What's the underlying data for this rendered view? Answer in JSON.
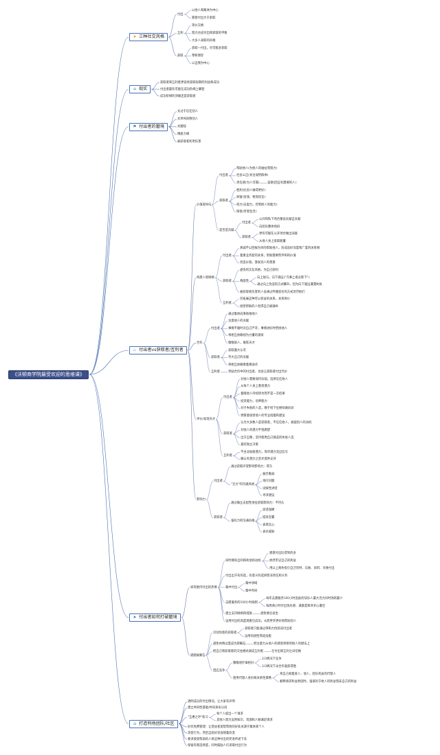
{
  "title": "《沃顿商学院最受欢迎的思维课》",
  "icon_colors": {
    "star-icon": "#e8a317",
    "home-icon": "#2f6fb2",
    "flag-icon": "#2f6fb2",
    "fire-icon": "#2f6fb2",
    "send-icon": "#2f6fb2",
    "house-icon": "#2f6fb2"
  },
  "nodes": [
    {
      "text": "三种社交风格",
      "icon": "star-icon",
      "children": [
        {
          "text": "付出",
          "children": [
            {
              "text": "以他人和集体为中心"
            },
            {
              "text": "愿意付出大于索取"
            }
          ]
        },
        {
          "text": "互利",
          "children": [
            {
              "text": "等价交换"
            },
            {
              "text": "努力达成付出和索取的平衡"
            },
            {
              "text": "大多人采取的风格"
            }
          ]
        },
        {
          "text": "获取",
          "children": [
            {
              "text": "获取一付出，尽可能多获取"
            },
            {
              "text": "零和博弈"
            },
            {
              "text": "以自我为中心"
            }
          ]
        }
      ]
    },
    {
      "text": "现实",
      "icon": "home-icon",
      "children": [
        {
          "text": "获取者和互利者更容易获取短期的利益和成功"
        },
        {
          "text": "付出者最有可能在成功阶梯上攀登"
        },
        {
          "text": "成功阶梯的顶端还是获取者"
        }
      ]
    },
    {
      "text": "付出者的窘境",
      "icon": "flag-icon",
      "children": [
        {
          "text": "太过于信任别人"
        },
        {
          "text": "太单纯同情别人"
        },
        {
          "text": "太腼怯"
        },
        {
          "text": "精疲力竭"
        },
        {
          "text": "被获取者利用伤害"
        }
      ]
    },
    {
      "text": "付出者vs获取者/互利者",
      "icon": "fire-icon",
      "children": [
        {
          "text": "价值观导向",
          "children": [
            {
              "text": "付出者",
              "children": [
                {
                  "text": "帮助他人(为他人的福祉而努力)"
                },
                {
                  "text": "社会公正(关注弱势群体)"
                },
                {
                  "text": "责任感(为人可靠)",
                  "children": [
                    {
                      "text": "美德(回应有需要的人)"
                    }
                  ]
                }
              ]
            },
            {
              "text": "获取者",
              "children": [
                {
                  "text": "胜利(比别人做得更好)"
                },
                {
                  "text": "财富(金钱、物资权宜)"
                },
                {
                  "text": "权力(支配力，控制他人的能力)"
                },
                {
                  "text": "愉悦(享受生活)"
                }
              ]
            },
            {
              "text": "是否是贡献",
              "children": [
                {
                  "text": "付出者",
                  "children": [
                    {
                      "text": "公开和私下场合都会贡献自贡献"
                    },
                    {
                      "text": "向团队整体倾斜"
                    }
                  ]
                },
                {
                  "text": "获取者",
                  "children": [
                    {
                      "text": "更有可能在公开场合做出贡献"
                    },
                    {
                      "text": "从他人身上吸取能量"
                    }
                  ]
                }
              ]
            }
          ]
        },
        {
          "text": "构建人际网络",
          "children": [
            {
              "text": "付出者",
              "children": [
                {
                  "text": "真诚不以回报为目的帮助他人，形成良好深度和广度的关系网"
                },
                {
                  "text": "着重业务配的关系，帮助需要帮手和的价值"
                },
                {
                  "text": "创造价值，激发别人的善意"
                }
              ]
            },
            {
              "text": "获取者",
              "children": [
                {
                  "text": "虚伪的交友风格，为自己获利"
                },
                {
                  "text": "两面性",
                  "children": [
                    {
                      "text": "向上拍马，向下施压(\"凡事上者必欺下\")"
                    },
                    {
                      "text": "通过向上伪造的方式攀升，因为向下施压遭遇失败"
                    }
                  ]
                },
                {
                  "text": "被获取者伤害的人会通过传播恶名的方式惩罚他们"
                }
              ]
            },
            {
              "text": "互利者",
              "children": [
                {
                  "text": "仅拓展这种可以获益的关系，关系网小"
                },
                {
                  "text": "接受帮助的人觉得自己被操纵"
                }
              ]
            }
          ]
        },
        {
          "text": "合作",
          "children": [
            {
              "text": "付出者",
              "children": [
                {
                  "text": "通过集体成果助推他人"
                },
                {
                  "text": "注意他人的贡献"
                },
                {
                  "text": "事情不顺时对自己严苛，事情进好时赞扬他人"
                },
                {
                  "text": "将相互依赖视为力量的源泉"
                },
                {
                  "text": "慷慨助人，推陈天才"
                }
              ]
            },
            {
              "text": "获取者",
              "children": [
                {
                  "text": "获取最大认可"
                },
                {
                  "text": "夸大自己的贡献"
                },
                {
                  "text": "将相互依赖看着看弱点"
                }
              ]
            },
            {
              "text": "互利者",
              "children": [
                {
                  "text": "奖励合作中的付出者，也会让获取者付出代价"
                }
              ]
            }
          ]
        },
        {
          "text": "评价/发现天才",
          "children": [
            {
              "text": "付出者",
              "children": [
                {
                  "text": "对他人需要保持乐观，选择信任他人"
                },
                {
                  "text": "从每个人身上看到潜力"
                },
                {
                  "text": "着眼他人持续转为而不是一次结果"
                },
                {
                  "text": "投资能力，培养能力"
                },
                {
                  "text": "对于失败的人选，教于给下位继续做培训"
                },
                {
                  "text": "更愿意接受他人的专业指着和建议"
                }
              ]
            },
            {
              "text": "获取者",
              "children": [
                {
                  "text": "认为大多数人是获取者，不信任他人，质疑别人的动机"
                },
                {
                  "text": "对他人的潜力不抱期望"
                },
                {
                  "text": "出于自尊，坚持使用自己挑选的失败人选"
                },
                {
                  "text": "喜欢独立决策"
                }
              ]
            },
            {
              "text": "互利者",
              "children": [
                {
                  "text": "不主动发掘潜力，等待潜力流出信号"
                },
                {
                  "text": "确认有潜力之后才提供支持"
                }
              ]
            }
          ]
        },
        {
          "text": "影响力",
          "children": [
            {
              "text": "付出者",
              "children": [
                {
                  "text": "通过获取声望影响影响力：得久"
                },
                {
                  "text": "\"无力\"的沟通风格",
                  "children": [
                    {
                      "text": "展示脆弱"
                    },
                    {
                      "text": "询问问题"
                    },
                    {
                      "text": "试探性讲话"
                    },
                    {
                      "text": "寻求建议"
                    }
                  ]
                }
              ]
            },
            {
              "text": "获取者",
              "children": [
                {
                  "text": "通过确立支配性地位获取影响力：不持久"
                },
                {
                  "text": "强有力的沟通风格",
                  "children": [
                    {
                      "text": "说话强硬"
                    },
                    {
                      "text": "提高音量"
                    },
                    {
                      "text": "表现信心"
                    },
                    {
                      "text": "表达威胁"
                    }
                  ]
                }
              ]
            }
          ]
        }
      ]
    },
    {
      "text": "付出者如何打破窘境",
      "icon": "send-icon",
      "children": [
        {
          "text": "如何维持付出的热情",
          "children": [
            {
              "text": "同时拥有自利和利他的动机",
              "children": [
                {
                  "text": "愿意付出比得到的多"
                },
                {
                  "text": "依然牢记自己的利益"
                },
                {
                  "text": "用以上两条指引自己何时、向谁、如何、对谁付出"
                }
              ]
            },
            {
              "text": "付出出于有的选，有意义的选择而非责任和义务"
            },
            {
              "text": "集中付出",
              "children": [
                {
                  "text": "集中领域"
                },
                {
                  "text": "集中时间"
                }
              ]
            },
            {
              "text": "志愿服务的100小时规则",
              "children": [
                {
                  "text": "每年志愿服务100小时因此的快乐人最大活力同时消耗最少"
                },
                {
                  "text": "每周两小时付出快乐感、满意度和目幸心最佳"
                }
              ]
            },
            {
              "text": "建立支持网络和措施",
              "children": [
                {
                  "text": "避免倦怠发生"
                }
              ]
            },
            {
              "text": "运用付出的高度观看已成功，从而更享更好地帮助别人"
            }
          ]
        },
        {
          "text": "避越被蒙石",
          "children": [
            {
              "text": "识别伪装的获取者",
              "children": [
                {
                  "text": "获取者只能通过审和力伪装成付出者"
                },
                {
                  "text": "运用同道性筛选技能"
                }
              ]
            },
            {
              "text": "避免共情过度成为欺瞒石",
              "children": [
                {
                  "text": "把注意力从他人的感受转移到他人的想法上"
                }
              ]
            },
            {
              "text": "把自己和获取者的交往模式调成互利者",
              "children": [
                {
                  "text": "在付出和互利之间切换"
                }
              ]
            },
            {
              "text": "回应竞争",
              "children": [
                {
                  "text": "慷慨地针锋相对",
                  "children": [
                    {
                      "text": "2/3情况下竞争"
                    },
                    {
                      "text": "1/3情况下派合作面获得胜"
                    }
                  ]
                },
                {
                  "text": "使用代理人身份和关系性策略",
                  "children": [
                    {
                      "text": "将自己视着某人、他人、团队利益的代理人"
                    },
                    {
                      "text": "解释请求利益原因时，强调对于他人的利益而非自己的利益"
                    }
                  ]
                }
              ]
            }
          ]
        }
      ]
    },
    {
      "text": "打造利他团队/社区",
      "icon": "house-icon",
      "children": [
        {
          "text": "透明成员的付出情况，让大家有声明"
        },
        {
          "text": "建立共同性基础/共同身份认同"
        },
        {
          "text": "\"互惠之环\"练习",
          "children": [
            {
              "text": "每个人提出一个请求"
            },
            {
              "text": "其他人努力运用知识、资源和人脉满足请求"
            }
          ]
        },
        {
          "text": "好优免费管理：让受益者宽帮帮他的好处关源于集体某个人"
        },
        {
          "text": "改变行为，然后自底好双会随着改变"
        },
        {
          "text": "要求接受帮助的人将这种付出的奖进传递下去"
        },
        {
          "text": "保留有限选择度，同时鼓励人们采取付出行为"
        }
      ]
    }
  ]
}
